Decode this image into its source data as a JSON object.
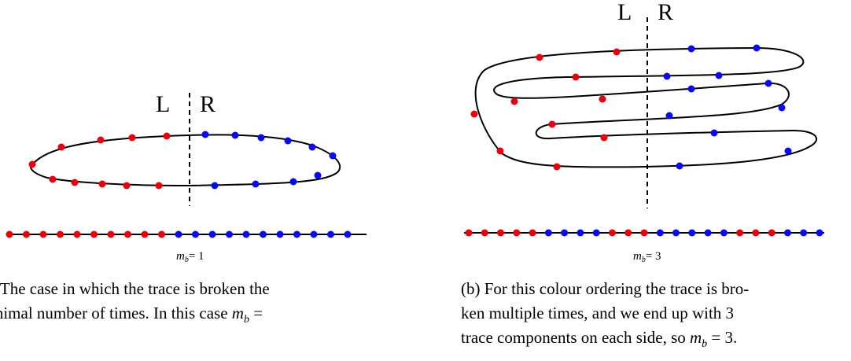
{
  "colors": {
    "red": "#e8000c",
    "blue": "#0a0aee",
    "line": "#000000"
  },
  "subfigure_a": {
    "left_label": "L",
    "right_label": "R",
    "mb_label": "m",
    "mb_sub": "b",
    "mb_value": "= 1",
    "strip_colors": [
      "red",
      "red",
      "red",
      "red",
      "red",
      "red",
      "red",
      "red",
      "red",
      "red",
      "blue",
      "blue",
      "blue",
      "blue",
      "blue",
      "blue",
      "blue",
      "blue",
      "blue",
      "blue",
      "blue"
    ],
    "caption_text": ") The case in which the trace is broken the\ninimal number of times. In this case",
    "caption_math": "m",
    "caption_sub": "b",
    "caption_tail": " ="
  },
  "subfigure_b": {
    "left_label": "L",
    "right_label": "R",
    "mb_label": "m",
    "mb_sub": "b",
    "mb_value": "= 3",
    "strip_colors": [
      "red",
      "red",
      "red",
      "red",
      "red",
      "blue",
      "blue",
      "blue",
      "blue",
      "red",
      "red",
      "red",
      "blue",
      "blue",
      "blue",
      "blue",
      "blue",
      "red",
      "red",
      "red",
      "blue",
      "blue",
      "blue"
    ],
    "caption_line1": "(b) For this colour ordering the trace is bro-",
    "caption_line2": "ken multiple times, and we end up with 3",
    "caption_line3": "trace components on each side, so",
    "caption_math": "m",
    "caption_sub": "b",
    "caption_tail": " = 3."
  }
}
